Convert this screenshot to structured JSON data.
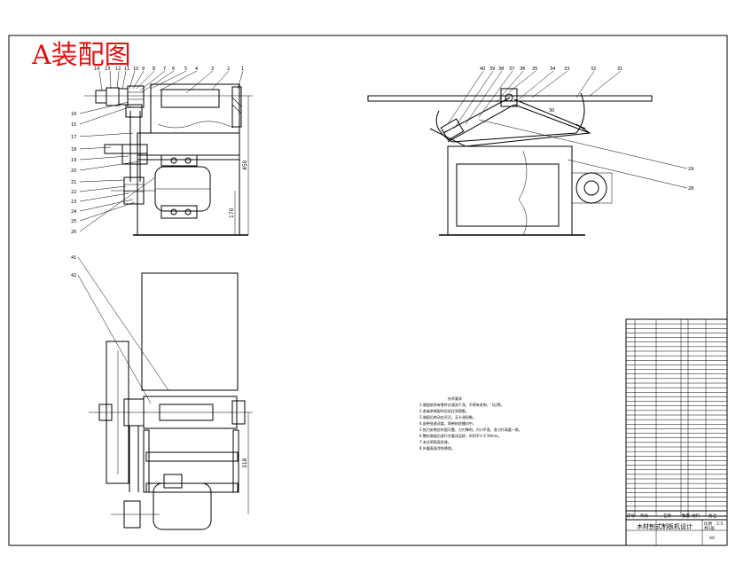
{
  "title": "A装配图",
  "front_view": {
    "top_labels": [
      "14",
      "13",
      "12",
      "11",
      "10",
      "9",
      "8",
      "7",
      "6",
      "5",
      "4",
      "3",
      "2",
      "1"
    ],
    "left_labels": [
      "16",
      "15",
      "17",
      "18",
      "19",
      "20",
      "21",
      "22",
      "23",
      "24",
      "25",
      "26"
    ],
    "dims": [
      "450",
      "170"
    ]
  },
  "side_view": {
    "top_labels": [
      "40",
      "39",
      "38",
      "37",
      "36",
      "35",
      "34",
      "33",
      "32",
      "31"
    ],
    "right_labels": [
      "29",
      "28"
    ],
    "left_label": "30"
  },
  "top_view": {
    "labels": [
      "41",
      "42"
    ],
    "dims": [
      "318"
    ]
  },
  "notes": {
    "heading": "技术要求",
    "lines": [
      "1.装配前所有零件应清洗干净，不得有毛刺、飞边等。",
      "2.各轴承装配时应加注润滑脂。",
      "3.装配后转动应灵活，无卡滞现象。",
      "4.皮带张紧适度，两带轮轮槽对中。",
      "5.刨刀安装应牢固可靠，刀刃锋利，刃口平直，各刀片高度一致。",
      "6.整机装配后进行空载试运转，时间不少于30min。",
      "7.未注明表面涂漆。",
      "8.外露表面涂防锈漆。"
    ]
  },
  "title_block": {
    "drawing_name": "木材刨式制板机设计",
    "scale_label": "比例",
    "scale_value": "1:5",
    "sheet_label": "共1张",
    "sheet_no": "A0",
    "header_cols": [
      "序号",
      "代号",
      "名称",
      "数量",
      "材料",
      "备注"
    ]
  },
  "parts_rows": 42
}
